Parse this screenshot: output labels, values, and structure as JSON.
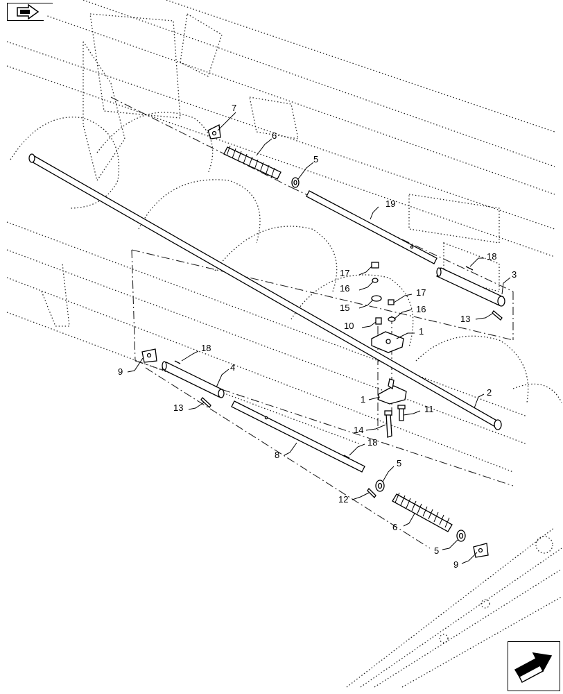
{
  "icons": {
    "top_left": "previous-page-arrow-icon",
    "bottom_right": "next-page-arrow-icon"
  },
  "callouts": [
    {
      "id": "c7",
      "text": "7"
    },
    {
      "id": "c6a",
      "text": "6"
    },
    {
      "id": "c5a",
      "text": "5"
    },
    {
      "id": "c19",
      "text": "19"
    },
    {
      "id": "c18a",
      "text": "18"
    },
    {
      "id": "c3",
      "text": "3"
    },
    {
      "id": "c17a",
      "text": "17"
    },
    {
      "id": "c16a",
      "text": "16"
    },
    {
      "id": "c15",
      "text": "15"
    },
    {
      "id": "c17b",
      "text": "17"
    },
    {
      "id": "c16b",
      "text": "16"
    },
    {
      "id": "c10",
      "text": "10"
    },
    {
      "id": "c13a",
      "text": "13"
    },
    {
      "id": "c1a",
      "text": "1"
    },
    {
      "id": "c9a",
      "text": "9"
    },
    {
      "id": "c18b",
      "text": "18"
    },
    {
      "id": "c4",
      "text": "4"
    },
    {
      "id": "c2",
      "text": "2"
    },
    {
      "id": "c1b",
      "text": "1"
    },
    {
      "id": "c11",
      "text": "11"
    },
    {
      "id": "c13b",
      "text": "13"
    },
    {
      "id": "c14",
      "text": "14"
    },
    {
      "id": "c18c",
      "text": "18"
    },
    {
      "id": "c8",
      "text": "8"
    },
    {
      "id": "c5b",
      "text": "5"
    },
    {
      "id": "c12",
      "text": "12"
    },
    {
      "id": "c6b",
      "text": "6"
    },
    {
      "id": "c5c",
      "text": "5"
    },
    {
      "id": "c9b",
      "text": "9"
    }
  ]
}
